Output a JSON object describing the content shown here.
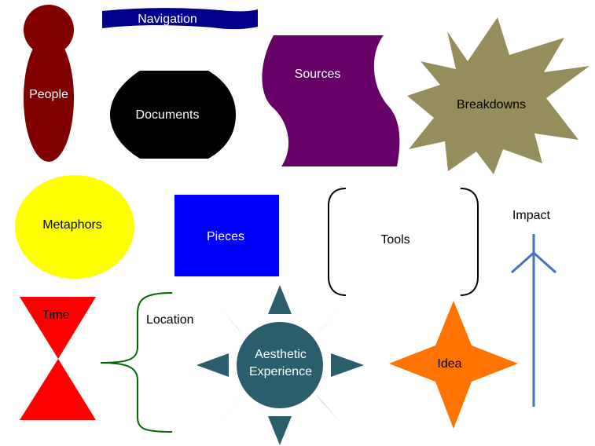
{
  "labels": {
    "navigation": "Navigation",
    "people": "People",
    "documents": "Documents",
    "sources": "Sources",
    "breakdowns": "Breakdowns",
    "metaphors": "Metaphors",
    "pieces": "Pieces",
    "tools": "Tools",
    "impact": "Impact",
    "time": "Time",
    "location": "Location",
    "aesthetic_line1": "Aesthetic",
    "aesthetic_line2": "Experience",
    "idea": "Idea"
  },
  "colors": {
    "navigation": "#00008b",
    "people": "#800000",
    "documents": "#000000",
    "sources": "#660066",
    "breakdowns": "#968d5c",
    "metaphors": "#ffff00",
    "pieces": "#0000ff",
    "tools_bracket": "#000000",
    "impact_arrow": "#4472c4",
    "time": "#ff0000",
    "location_brace": "#006400",
    "aesthetic": "#2b5e6c",
    "idea": "#ff7300"
  },
  "icons": {
    "navigation": "wave-banner-icon",
    "people": "person-silhouette-icon",
    "documents": "rounded-cylinder-icon",
    "sources": "scroll-shape-icon",
    "breakdowns": "explosion-star-icon",
    "metaphors": "ellipse-icon",
    "pieces": "square-icon",
    "tools": "bracket-pair-icon",
    "impact": "arrow-up-icon",
    "time": "hourglass-icon",
    "location": "curly-brace-icon",
    "aesthetic": "sun-icon",
    "idea": "four-point-star-icon"
  }
}
